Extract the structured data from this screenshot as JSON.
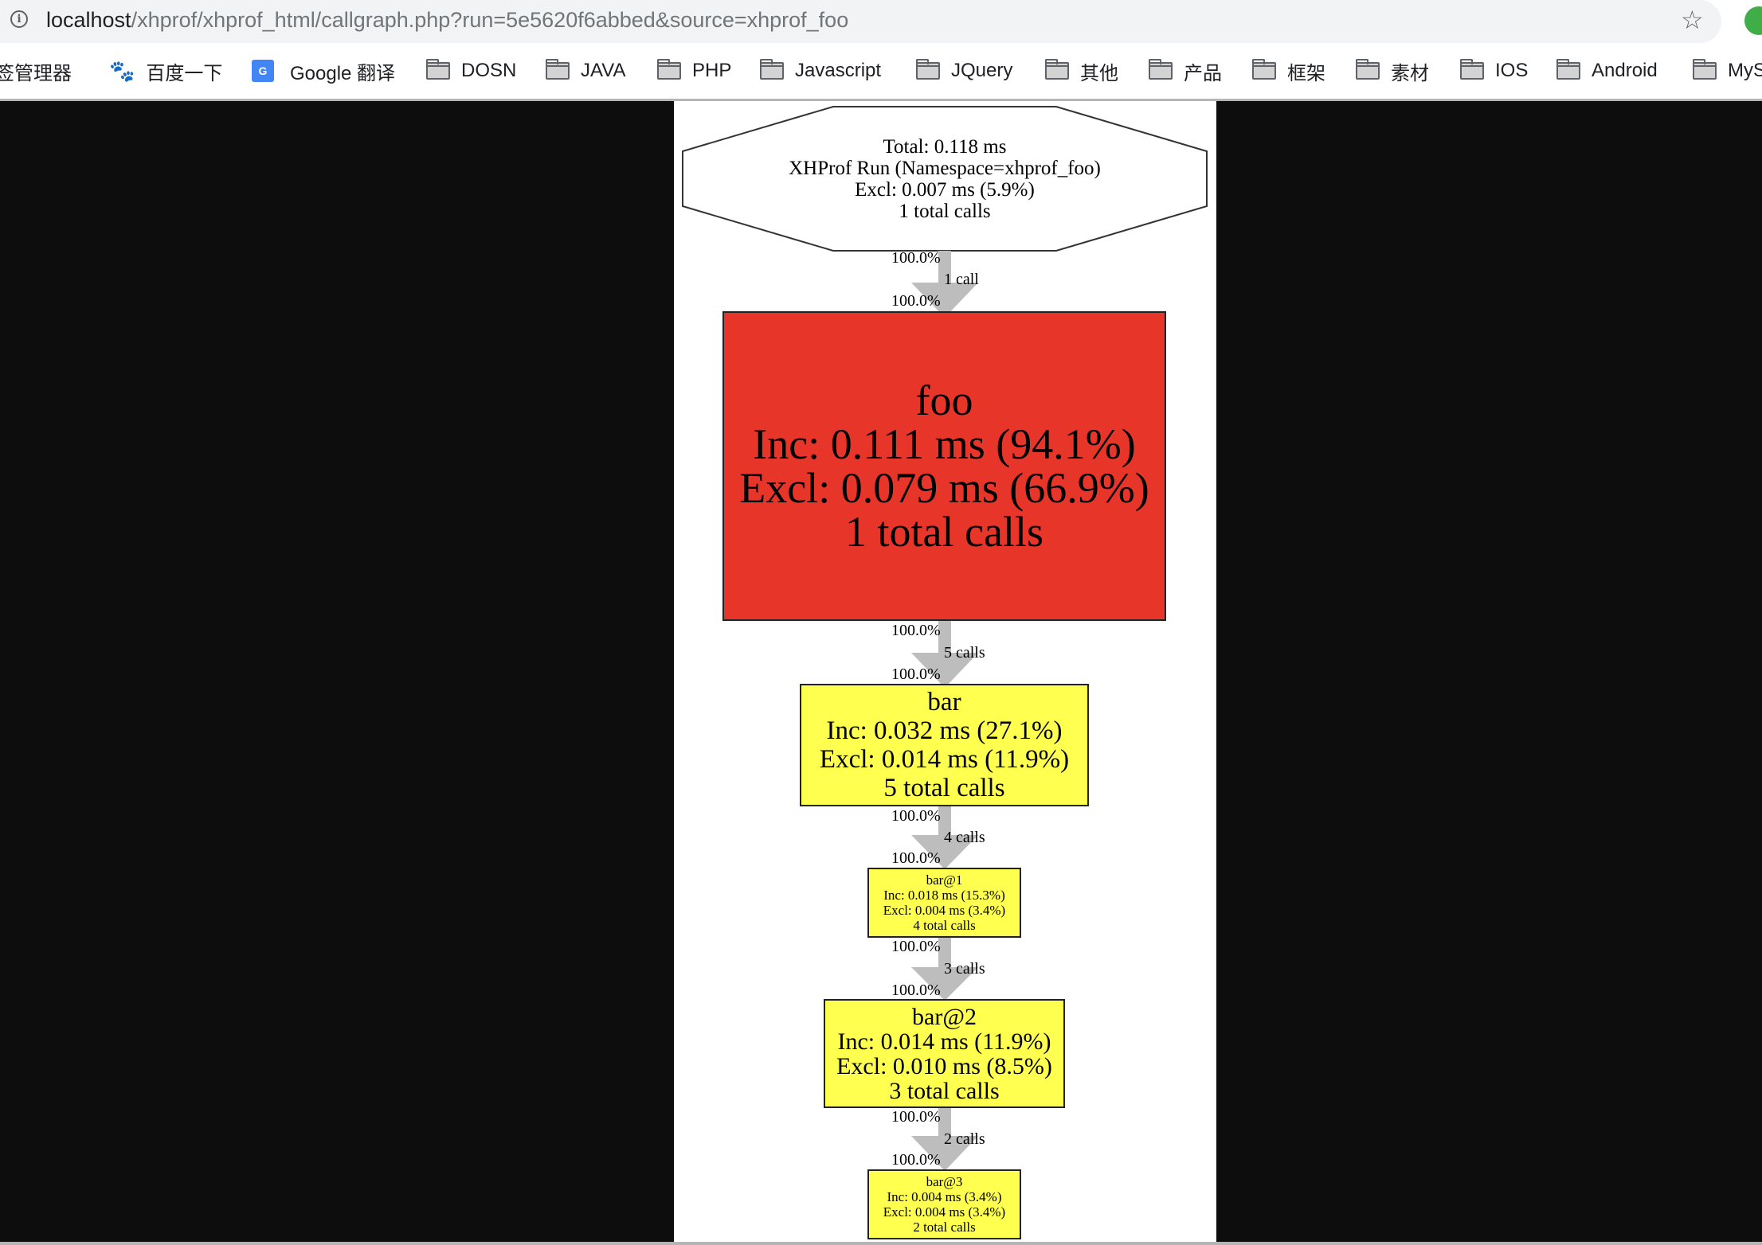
{
  "browser": {
    "url_host": "localhost",
    "url_path": "/xhprof/xhprof_html/callgraph.php?run=5e5620f6abbed&source=xhprof_foo",
    "bookmarks": [
      {
        "label": "签管理器",
        "icon": "none"
      },
      {
        "label": "百度一下",
        "icon": "baidu-icon"
      },
      {
        "label": "Google 翻译",
        "icon": "google-translate-icon"
      },
      {
        "label": "DOSN",
        "icon": "folder-icon"
      },
      {
        "label": "JAVA",
        "icon": "folder-icon"
      },
      {
        "label": "PHP",
        "icon": "folder-icon"
      },
      {
        "label": "Javascript",
        "icon": "folder-icon"
      },
      {
        "label": "JQuery",
        "icon": "folder-icon"
      },
      {
        "label": "其他",
        "icon": "folder-icon"
      },
      {
        "label": "产品",
        "icon": "folder-icon"
      },
      {
        "label": "框架",
        "icon": "folder-icon"
      },
      {
        "label": "素材",
        "icon": "folder-icon"
      },
      {
        "label": "IOS",
        "icon": "folder-icon"
      },
      {
        "label": "Android",
        "icon": "folder-icon"
      },
      {
        "label": "MyS",
        "icon": "folder-icon"
      }
    ]
  },
  "graph": {
    "root": {
      "lines": [
        "Total: 0.118 ms",
        "XHProf Run (Namespace=xhprof_foo)",
        "Excl: 0.007 ms (5.9%)",
        "1 total calls"
      ]
    },
    "nodes": [
      {
        "name": "foo",
        "inc": "Inc: 0.111 ms (94.1%)",
        "excl": "Excl: 0.079 ms (66.9%)",
        "calls": "1 total calls",
        "color": "#e8352a"
      },
      {
        "name": "bar",
        "inc": "Inc: 0.032 ms (27.1%)",
        "excl": "Excl: 0.014 ms (11.9%)",
        "calls": "5 total calls",
        "color": "#ffff4f"
      },
      {
        "name": "bar@1",
        "inc": "Inc: 0.018 ms (15.3%)",
        "excl": "Excl: 0.004 ms (3.4%)",
        "calls": "4 total calls",
        "color": "#ffff4f"
      },
      {
        "name": "bar@2",
        "inc": "Inc: 0.014 ms (11.9%)",
        "excl": "Excl: 0.010 ms (8.5%)",
        "calls": "3 total calls",
        "color": "#ffff4f"
      },
      {
        "name": "bar@3",
        "inc": "Inc: 0.004 ms (3.4%)",
        "excl": "Excl: 0.004 ms (3.4%)",
        "calls": "2 total calls",
        "color": "#ffff4f"
      }
    ],
    "edges": [
      {
        "from_pct": "100.0%",
        "calls": "1 call",
        "to_pct": "100.0%"
      },
      {
        "from_pct": "100.0%",
        "calls": "5 calls",
        "to_pct": "100.0%"
      },
      {
        "from_pct": "100.0%",
        "calls": "4 calls",
        "to_pct": "100.0%"
      },
      {
        "from_pct": "100.0%",
        "calls": "3 calls",
        "to_pct": "100.0%"
      },
      {
        "from_pct": "100.0%",
        "calls": "2 calls",
        "to_pct": "100.0%"
      }
    ]
  }
}
